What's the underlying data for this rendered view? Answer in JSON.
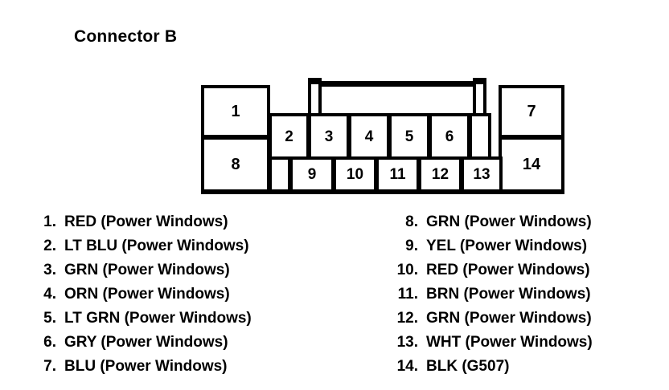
{
  "title": "Connector B",
  "connector": {
    "name": "Connector B",
    "top_row": [
      {
        "number": "1",
        "blank": false
      },
      {
        "number": "2",
        "blank": false
      },
      {
        "number": "3",
        "blank": false
      },
      {
        "number": "4",
        "blank": false
      },
      {
        "number": "5",
        "blank": false
      },
      {
        "number": "6",
        "blank": false
      },
      {
        "number": "",
        "blank": true
      },
      {
        "number": "7",
        "blank": false
      }
    ],
    "bottom_row": [
      {
        "number": "8",
        "blank": false
      },
      {
        "number": "",
        "blank": true
      },
      {
        "number": "9",
        "blank": false
      },
      {
        "number": "10",
        "blank": false
      },
      {
        "number": "11",
        "blank": false
      },
      {
        "number": "12",
        "blank": false
      },
      {
        "number": "13",
        "blank": false
      },
      {
        "number": "14",
        "blank": false
      }
    ]
  },
  "legend_left": [
    {
      "number": "1.",
      "label": "RED (Power Windows)"
    },
    {
      "number": "2.",
      "label": "LT BLU (Power Windows)"
    },
    {
      "number": "3.",
      "label": "GRN (Power Windows)"
    },
    {
      "number": "4.",
      "label": "ORN (Power Windows)"
    },
    {
      "number": "5.",
      "label": "LT GRN (Power Windows)"
    },
    {
      "number": "6.",
      "label": "GRY (Power Windows)"
    },
    {
      "number": "7.",
      "label": "BLU (Power Windows)"
    }
  ],
  "legend_right": [
    {
      "number": "8.",
      "label": "GRN (Power Windows)"
    },
    {
      "number": "9.",
      "label": "YEL (Power Windows)"
    },
    {
      "number": "10.",
      "label": "RED (Power Windows)"
    },
    {
      "number": "11.",
      "label": "BRN (Power Windows)"
    },
    {
      "number": "12.",
      "label": "GRN (Power Windows)"
    },
    {
      "number": "13.",
      "label": "WHT (Power Windows)"
    },
    {
      "number": "14.",
      "label": "BLK (G507)"
    }
  ]
}
